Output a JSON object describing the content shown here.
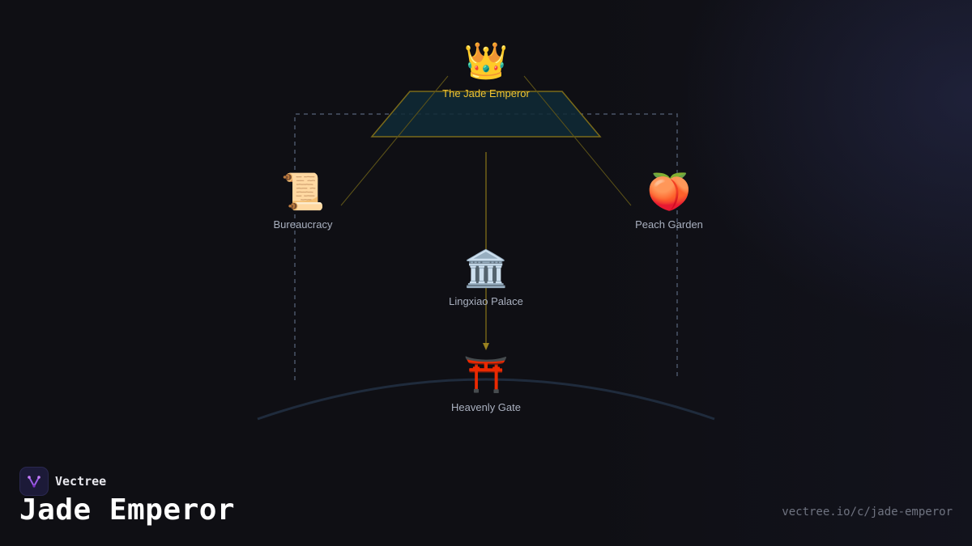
{
  "nodes": {
    "emperor": {
      "icon": "👑",
      "icon_name": "crown-icon",
      "label": "The Jade Emperor"
    },
    "bureaucracy": {
      "icon": "📜",
      "icon_name": "scroll-icon",
      "label": "Bureaucracy"
    },
    "peach_garden": {
      "icon": "🍑",
      "icon_name": "peach-icon",
      "label": "Peach Garden"
    },
    "palace": {
      "icon": "🏛️",
      "icon_name": "palace-icon",
      "label": "Lingxiao Palace"
    },
    "gate": {
      "icon": "⛩️",
      "icon_name": "torii-gate-icon",
      "label": "Heavenly Gate"
    }
  },
  "brand": {
    "name": "Vectree"
  },
  "title": "Jade Emperor",
  "url": "vectree.io/c/jade-emperor",
  "colors": {
    "background": "#0f0f14",
    "gold": "#f2c530",
    "connector": "#7a6a1a",
    "dashed_border": "#4a5568",
    "platform_fill": "#0f2a36"
  }
}
